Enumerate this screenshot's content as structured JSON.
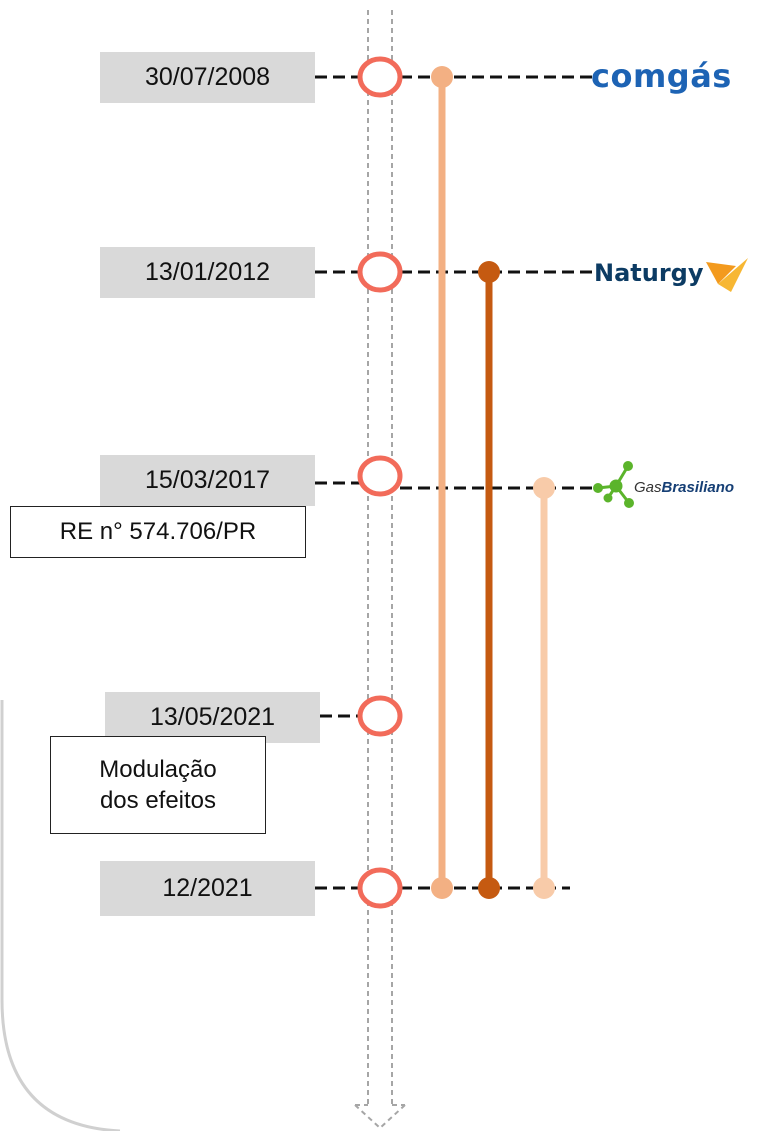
{
  "timeline": {
    "events": [
      {
        "date": "30/07/2008",
        "company": "comgás"
      },
      {
        "date": "13/01/2012",
        "company": "Naturgy"
      },
      {
        "date": "15/03/2017",
        "company_prefix": "Gas",
        "company_suffix": "Brasiliano",
        "note": "RE n° 574.706/PR"
      },
      {
        "date": "13/05/2021",
        "note_line1": "Modulação",
        "note_line2": "dos efeitos"
      },
      {
        "date": "12/2021"
      }
    ]
  },
  "colors": {
    "marker": "#f26b5a",
    "comgas_bar": "#f3b083",
    "naturgy_bar": "#c55a11",
    "gasbrasiliano_bar": "#f8cba9",
    "date_box": "#d9d9d9",
    "comgas_logo": "#1d63b4",
    "naturgy_logo": "#0c3b63",
    "gasbrasiliano_logo": "#5bb42b"
  }
}
